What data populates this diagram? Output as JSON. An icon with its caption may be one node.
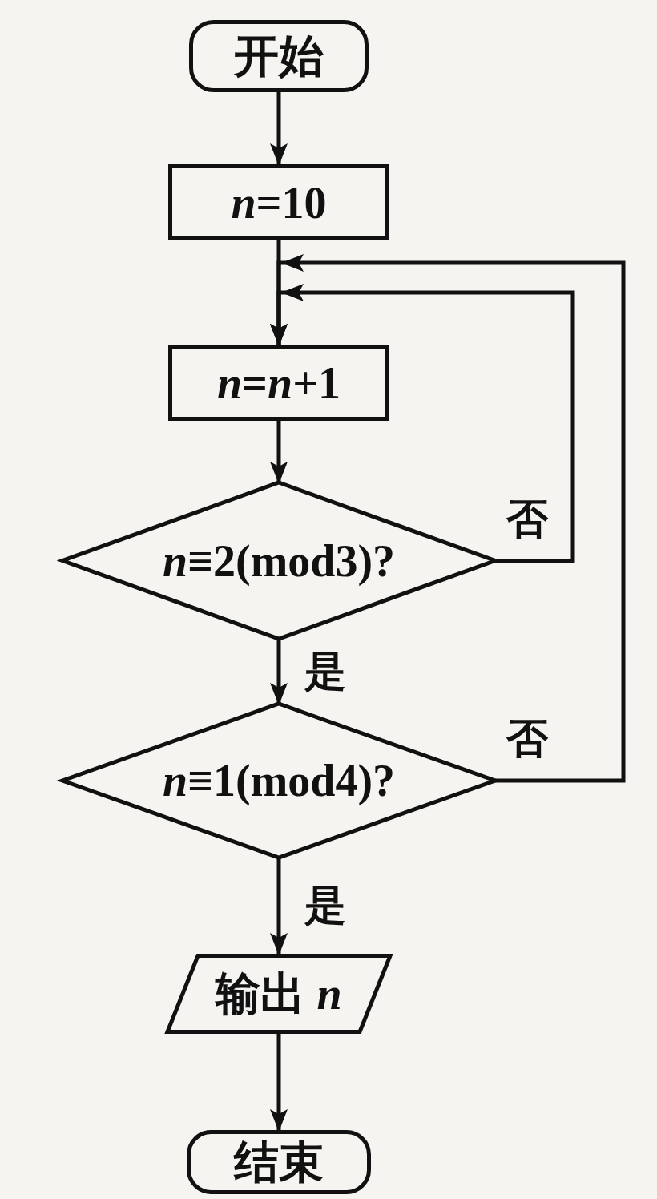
{
  "diagram": {
    "nodes": [
      {
        "text": [
          "开始"
        ]
      },
      {
        "text": [
          "*n*=10"
        ]
      },
      {
        "text": [
          "*n*=*n*+1"
        ]
      },
      {
        "text": [
          "*n*≡2(mod3)?"
        ]
      },
      {
        "text": [
          "*n*≡1(mod4)?"
        ]
      },
      {
        "text": [
          "输出 *n*"
        ]
      },
      {
        "text": [
          "结束"
        ]
      }
    ],
    "edges": [
      {
        "from": 0,
        "to": 1,
        "arrow": "to"
      },
      {
        "from": 1,
        "to": 2,
        "arrow": "to"
      },
      {
        "from": 2,
        "to": 3,
        "arrow": "to"
      },
      {
        "from": 3,
        "to": 4,
        "arrow": "to",
        "label": "是"
      },
      {
        "from": 4,
        "to": 5,
        "arrow": "to",
        "label": "是"
      },
      {
        "from": 5,
        "to": 6,
        "arrow": "to"
      },
      {
        "from": 3,
        "to": 2,
        "arrow": "to",
        "label": "否"
      },
      {
        "from": 4,
        "to": 2,
        "arrow": "to",
        "label": "否"
      }
    ]
  }
}
